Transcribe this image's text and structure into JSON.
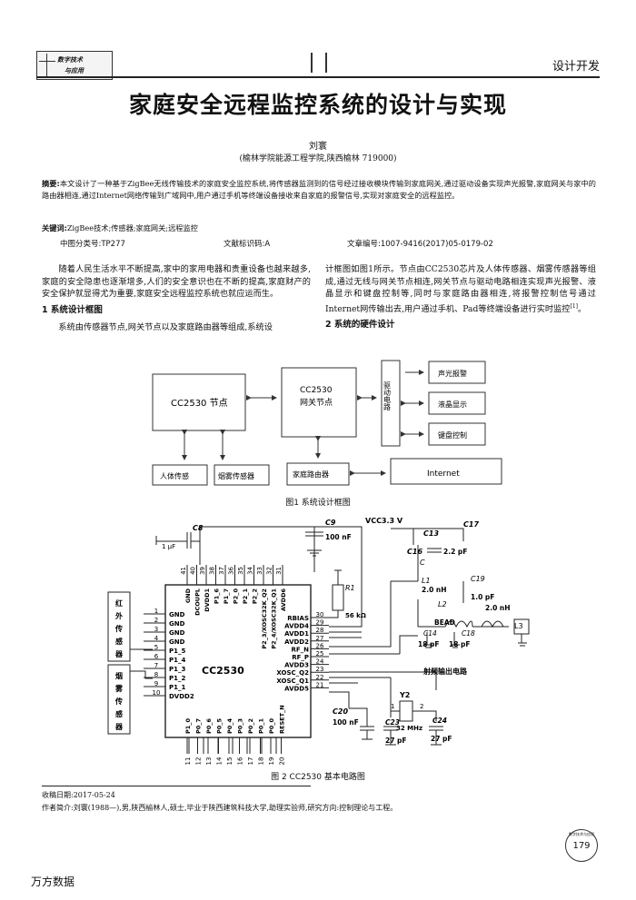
{
  "header": {
    "journal_line1": "数字技术",
    "journal_line2": "与应用",
    "column": "设计开发"
  },
  "article": {
    "title": "家庭安全远程监控系统的设计与实现",
    "author": "刘寰",
    "affiliation": "(榆林学院能源工程学院,陕西榆林  719000)",
    "abstract_label": "摘要:",
    "abstract_text": "本文设计了一种基于ZigBee无线传输技术的家庭安全监控系统,将传感器监测到的信号经过接收模块传输到家庭网关,通过驱动设备实现声光报警,家庭网关与家中的路由器相连,通过Internet网络传输到广域网中,用户通过手机等终端设备接收来自家庭的报警信号,实现对家庭安全的远程监控。",
    "keywords_label": "关键词:",
    "keywords": "ZigBee技术;传感器;家庭网关;远程监控",
    "clc": "中图分类号:TP277",
    "doc_code": "文献标识码:A",
    "article_no": "文章编号:1007-9416(2017)05-0179-02"
  },
  "body": {
    "left_p1": "随着人民生活水平不断提高,家中的家用电器和贵重设备也越来越多,家庭的安全隐患也逐渐增多,人们的安全意识也在不断的提高,家庭财产的安全保护就显得尤为重要,家庭安全远程监控系统也就应运而生。",
    "sec1": "1 系统设计框图",
    "left_p2": "系统由传感器节点,网关节点以及家庭路由器等组成,系统设",
    "right_p1": "计框图如图1所示。节点由CC2530芯片及人体传感器、烟雾传感器等组成,通过无线与网关节点相连,网关节点与驱动电路相连实现声光报警、液晶显示和键盘控制等,同时与家庭路由器相连,将报警控制信号通过Internet网传输出去,用户通过手机、Pad等终端设备进行实时监控",
    "right_p1_ref": "[1]",
    "right_p1_end": "。",
    "sec2": "2 系统的硬件设计"
  },
  "fig1": {
    "caption": "图1 系统设计框图",
    "node": "CC2530 节点",
    "gw1": "CC2530",
    "gw2": "网关节点",
    "driver": "驱动电路",
    "alarm": "声光报警",
    "lcd": "液晶显示",
    "key": "键盘控制",
    "human": "人体传感",
    "smoke": "烟雾传感器",
    "router": "家庭路由器",
    "internet": "Internet"
  },
  "fig2": {
    "caption": "图 2 CC2530 基本电路图",
    "chip": "CC2530",
    "vcc": "VCC3.3 V",
    "ir_label": [
      "红",
      "外",
      "传",
      "感",
      "器"
    ],
    "smoke_label": [
      "烟",
      "雾",
      "传",
      "感",
      "器"
    ],
    "left_pins": [
      {
        "n": "1",
        "s": "GND"
      },
      {
        "n": "2",
        "s": "GND"
      },
      {
        "n": "3",
        "s": "GND"
      },
      {
        "n": "4",
        "s": "GND"
      },
      {
        "n": "5",
        "s": "P1_5"
      },
      {
        "n": "6",
        "s": "P1_4"
      },
      {
        "n": "7",
        "s": "P1_3"
      },
      {
        "n": "8",
        "s": "P1_2"
      },
      {
        "n": "9",
        "s": "P1_1"
      },
      {
        "n": "10",
        "s": "DVDD2"
      }
    ],
    "right_pins": [
      {
        "n": "30",
        "s": "RBIAS"
      },
      {
        "n": "29",
        "s": "AVDD4"
      },
      {
        "n": "28",
        "s": "AVDD1"
      },
      {
        "n": "27",
        "s": "AVDD2"
      },
      {
        "n": "26",
        "s": "RF_N"
      },
      {
        "n": "25",
        "s": "RF_P"
      },
      {
        "n": "24",
        "s": "AVDD3"
      },
      {
        "n": "23",
        "s": "XOSC_Q2"
      },
      {
        "n": "22",
        "s": "XOSC_Q1"
      },
      {
        "n": "21",
        "s": "AVDD5"
      }
    ],
    "top_pins": [
      {
        "n": "41",
        "s": "GND"
      },
      {
        "n": "40",
        "s": "DCOUPL"
      },
      {
        "n": "39",
        "s": "DVDD1"
      },
      {
        "n": "38",
        "s": "P1_6"
      },
      {
        "n": "37",
        "s": "P1_7"
      },
      {
        "n": "36",
        "s": "P2_0"
      },
      {
        "n": "35",
        "s": "P2_1"
      },
      {
        "n": "34",
        "s": "P2_2"
      },
      {
        "n": "33",
        "s": "P2_3/XOSC32K_Q2"
      },
      {
        "n": "32",
        "s": "P2_4/XOSC32K_Q1"
      },
      {
        "n": "31",
        "s": "AVDD6"
      }
    ],
    "bottom_pins": [
      {
        "n": "11",
        "s": "P1_0"
      },
      {
        "n": "12",
        "s": "P0_7"
      },
      {
        "n": "13",
        "s": "P0_6"
      },
      {
        "n": "14",
        "s": "P0_5"
      },
      {
        "n": "15",
        "s": "P0_4"
      },
      {
        "n": "16",
        "s": "P0_3"
      },
      {
        "n": "17",
        "s": "P0_2"
      },
      {
        "n": "18",
        "s": "P0_1"
      },
      {
        "n": "19",
        "s": "P0_0"
      },
      {
        "n": "20",
        "s": "RESET_N"
      }
    ],
    "c8": "C8",
    "c8v": "1 µF",
    "c9": "C9",
    "c9v": "100 nF",
    "r1": "R1",
    "r1v": "56 kΩ",
    "c13": "C13",
    "c17": "C17",
    "c16": "C16",
    "c16v": "2.2 pF",
    "c": "C",
    "l1": "L1",
    "l1v": "2.0 nH",
    "c19": "C19",
    "c19v": "1.0 pF",
    "l2": "L2",
    "l2v": "2.0 nH",
    "bead": "BEAD",
    "l3": "L3",
    "c14": "C14",
    "c14v": "18 pF",
    "c18": "C18",
    "c18v": "18 pF",
    "rf": "射频输出电路",
    "c20": "C20",
    "c20v": "100 nF",
    "y2": "Y2",
    "y2v": "32 MHz",
    "pin1": "1",
    "pin2": "2",
    "c23": "C23",
    "c23v": "27 pF",
    "c24": "C24",
    "c24v": "27 pF"
  },
  "footer": {
    "received": "收稿日期:2017-05-24",
    "bio": "作者简介:刘寰(1988—),男,陕西榆林人,硕士,毕业于陕西建筑科技大学,助理实验师,研究方向:控制理论与工程。",
    "page": "179",
    "seal": "数字技术与应用",
    "wanfang": "万方数据"
  }
}
